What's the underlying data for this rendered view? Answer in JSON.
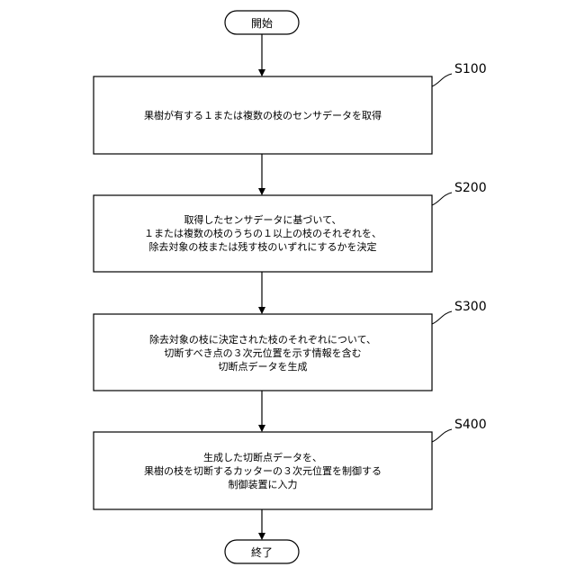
{
  "start": {
    "label": "開始"
  },
  "end": {
    "label": "終了"
  },
  "steps": [
    {
      "id": "S100",
      "lines": [
        "果樹が有する１または複数の枝のセンサデータを取得"
      ]
    },
    {
      "id": "S200",
      "lines": [
        "取得したセンサデータに基づいて、",
        "１または複数の枝のうちの１以上の枝のそれぞれを、",
        "除去対象の枝または残す枝のいずれにするかを決定"
      ]
    },
    {
      "id": "S300",
      "lines": [
        "除去対象の枝に決定された枝のそれぞれについて、",
        "切断すべき点の３次元位置を示す情報を含む",
        "切断点データを生成"
      ]
    },
    {
      "id": "S400",
      "lines": [
        "生成した切断点データを、",
        "果樹の枝を切断するカッターの３次元位置を制御する",
        "制御装置に入力"
      ]
    }
  ]
}
